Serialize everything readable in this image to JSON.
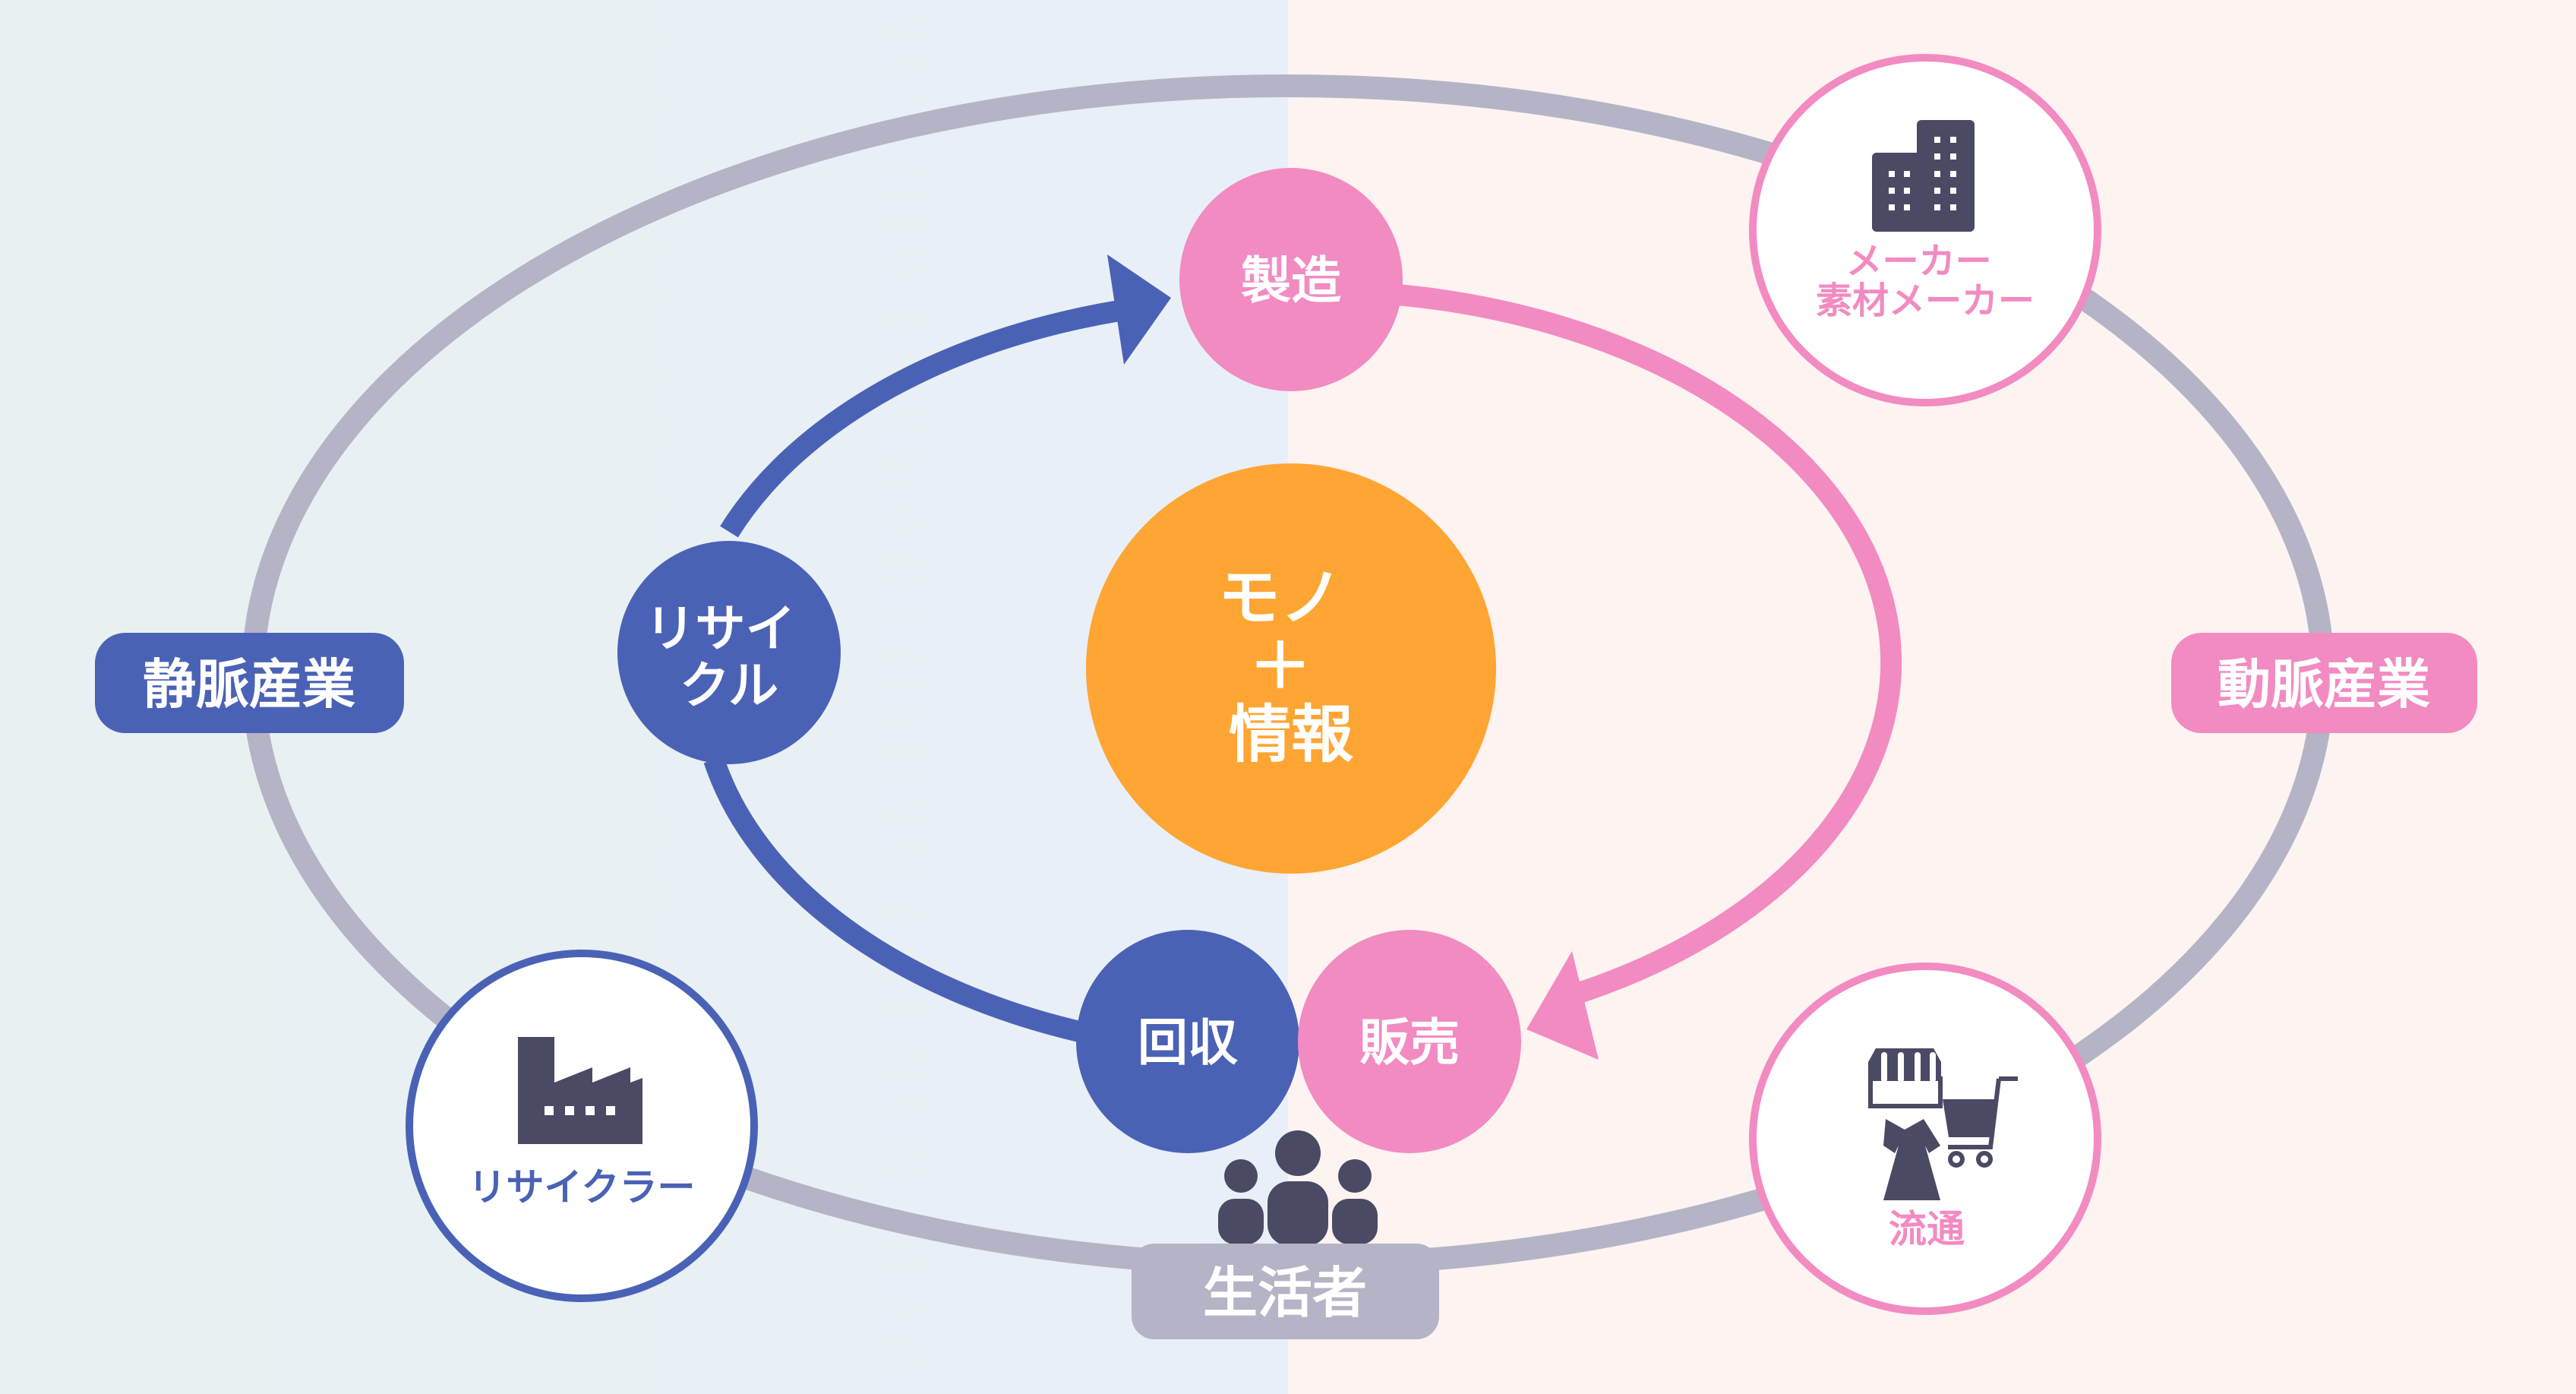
{
  "center": {
    "line1": "モノ",
    "line2": "＋",
    "line3": "情報"
  },
  "cycle": {
    "manufacturing": "製造",
    "sales": "販売",
    "collection": "回収",
    "recycle_line1": "リサイ",
    "recycle_line2": "クル"
  },
  "consumers": {
    "label": "生活者",
    "icon": "people-icon"
  },
  "sectors": {
    "venous": "静脈産業",
    "arterial": "動脈産業"
  },
  "actors": {
    "maker": {
      "line1": "メーカー",
      "line2": "素材メーカー",
      "icon": "building-icon"
    },
    "distribution": {
      "label": "流通",
      "icon": "shop-cart-icon"
    },
    "recycler": {
      "label": "リサイクラー",
      "icon": "factory-icon"
    }
  },
  "colors": {
    "blue": "#4a62b5",
    "pink": "#f28bc1",
    "orange": "#ffa533",
    "gray": "#b4b4c6",
    "icon": "#4a4a64"
  }
}
